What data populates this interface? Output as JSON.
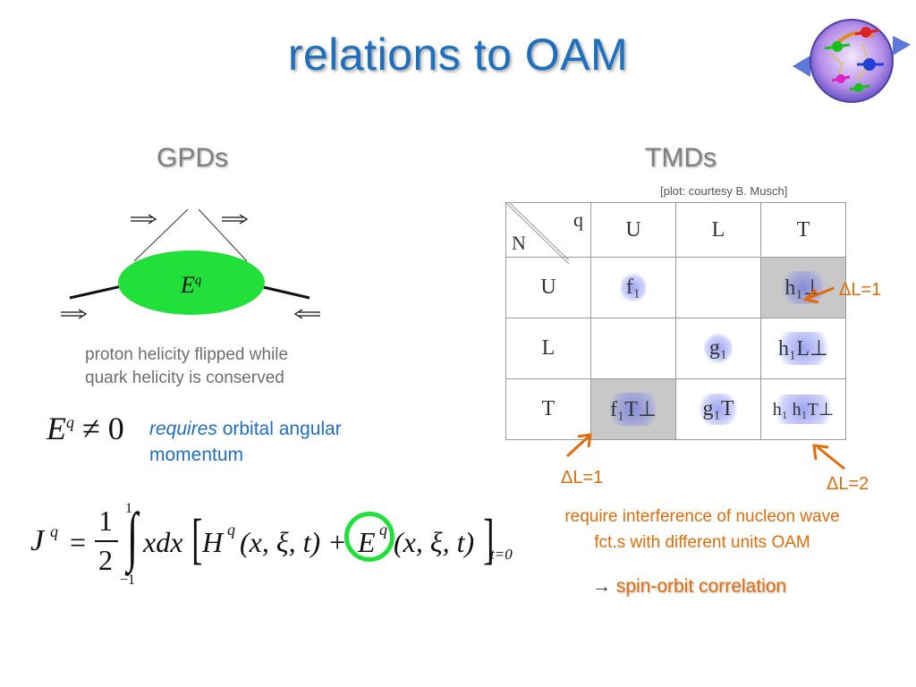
{
  "slide": {
    "title": "relations to OAM"
  },
  "left": {
    "heading": "GPDs",
    "diagram_label": "E",
    "diagram_label_sup": "q",
    "caption_line1": "proton helicity flipped while",
    "caption_line2": "quark helicity is conserved",
    "cond_formula": "E",
    "cond_sup": "q",
    "cond_rest": "≠ 0",
    "requires_italic": "requires",
    "requires_rest": " orbital angular",
    "requires_line2": "momentum"
  },
  "formula": {
    "J": "J",
    "q": "q",
    "eq": "=",
    "one": "1",
    "two": "2",
    "int_top": "1",
    "int_bottom": "−1",
    "xdx": "xdx",
    "H": "H",
    "args1": "(x, ξ, t) +",
    "E": "E",
    "args2": "(x, ξ, t)",
    "sub": "t=0"
  },
  "right": {
    "heading": "TMDs",
    "credit": "[plot: courtesy B. Musch]",
    "table": {
      "corner_q": "q",
      "corner_N": "N",
      "cols": [
        "U",
        "L",
        "T"
      ],
      "rows": [
        {
          "label": "U",
          "cells": [
            "f₁",
            "",
            "h₁⊥"
          ]
        },
        {
          "label": "L",
          "cells": [
            "",
            "g₁",
            "h₁L⊥"
          ]
        },
        {
          "label": "T",
          "cells": [
            "f₁T⊥",
            "g₁T",
            "h₁   h₁T⊥"
          ]
        }
      ]
    },
    "dl_right": "ΔL=1",
    "dl_left": "ΔL=1",
    "dl_two": "ΔL=2",
    "interference_line1": "require interference of nucleon wave",
    "interference_line2": "fct.s with different  units OAM",
    "arrow_glyph": "→",
    "spin_orbit": "spin-orbit correlation"
  },
  "colors": {
    "title_blue": "#1f6fc0",
    "orange": "#e36c0a",
    "green": "#22e03a",
    "gray_shade": "#c8c8c8"
  },
  "icons": [
    "nucleon-logo-icon"
  ]
}
